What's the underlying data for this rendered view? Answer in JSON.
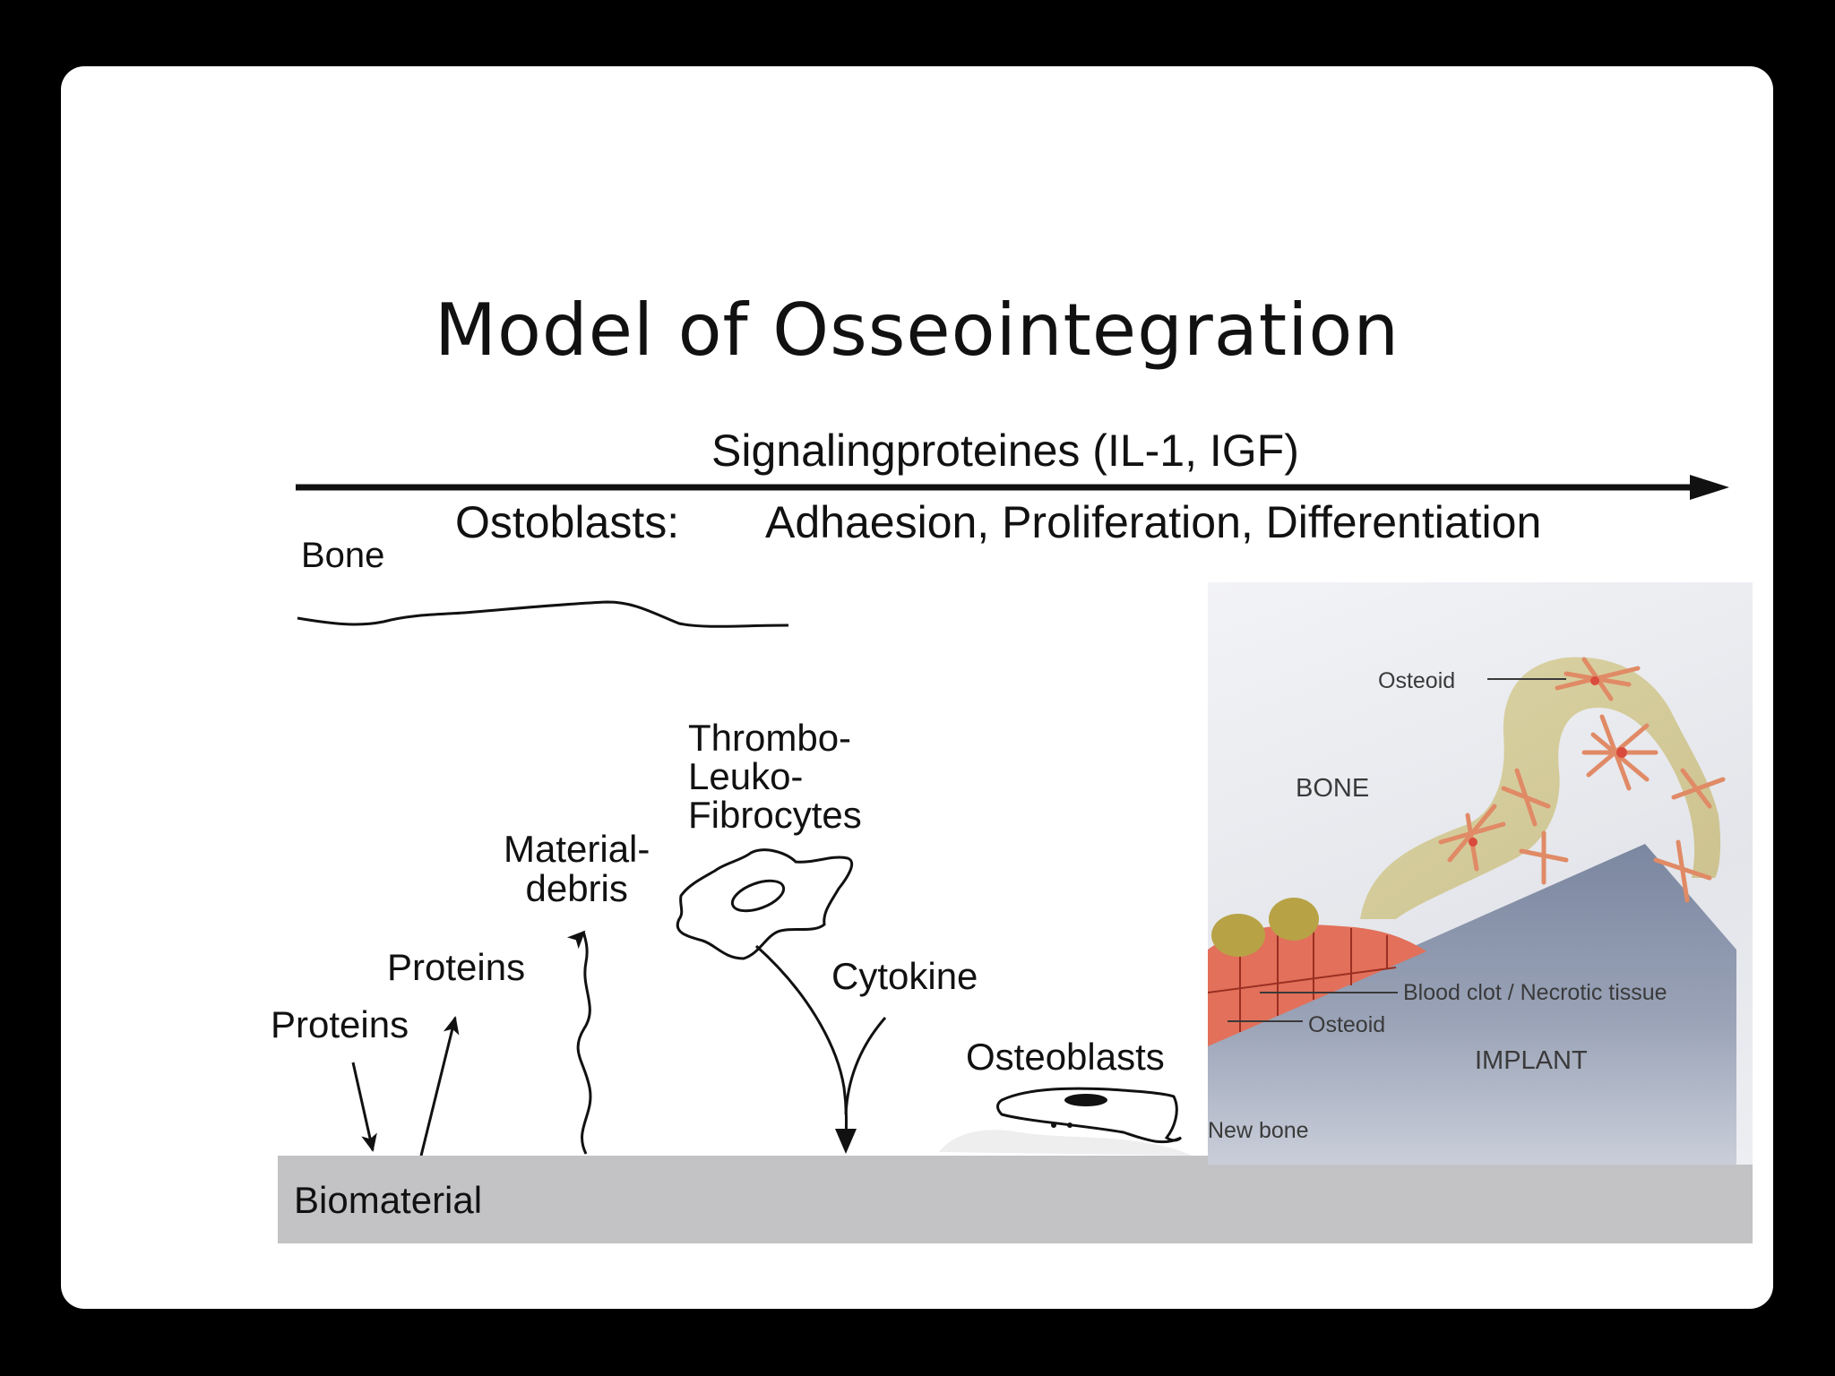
{
  "title": "Model of Osseointegration",
  "arrow_label": "Signalingproteines (IL-1, IGF)",
  "osteoblasts_prefix": "Ostoblasts:",
  "osteoblasts_process": "Adhaesion, Proliferation, Differentiation",
  "bone_label": "Bone",
  "labels": {
    "thrombo": "Thrombo-",
    "leuko": "Leuko-",
    "fibro": "Fibrocytes",
    "material": "Material-",
    "debris": "debris",
    "proteins_upper": "Proteins",
    "proteins_lower": "Proteins",
    "cytokine": "Cytokine",
    "osteoblasts": "Osteoblasts",
    "biomaterial": "Biomaterial"
  },
  "inset": {
    "osteoid_top": "Osteoid",
    "bone": "BONE",
    "blood_clot": "Blood clot / Necrotic tissue",
    "osteoid_bottom": "Osteoid",
    "implant": "IMPLANT",
    "new_bone": "New bone"
  },
  "colors": {
    "biomaterial_bar": "#c3c3c5",
    "implant": "#7f8aa3",
    "bone_layer": "#d9cf9a",
    "blood_clot": "#e2705a",
    "cell_lines": "#e08a66"
  }
}
